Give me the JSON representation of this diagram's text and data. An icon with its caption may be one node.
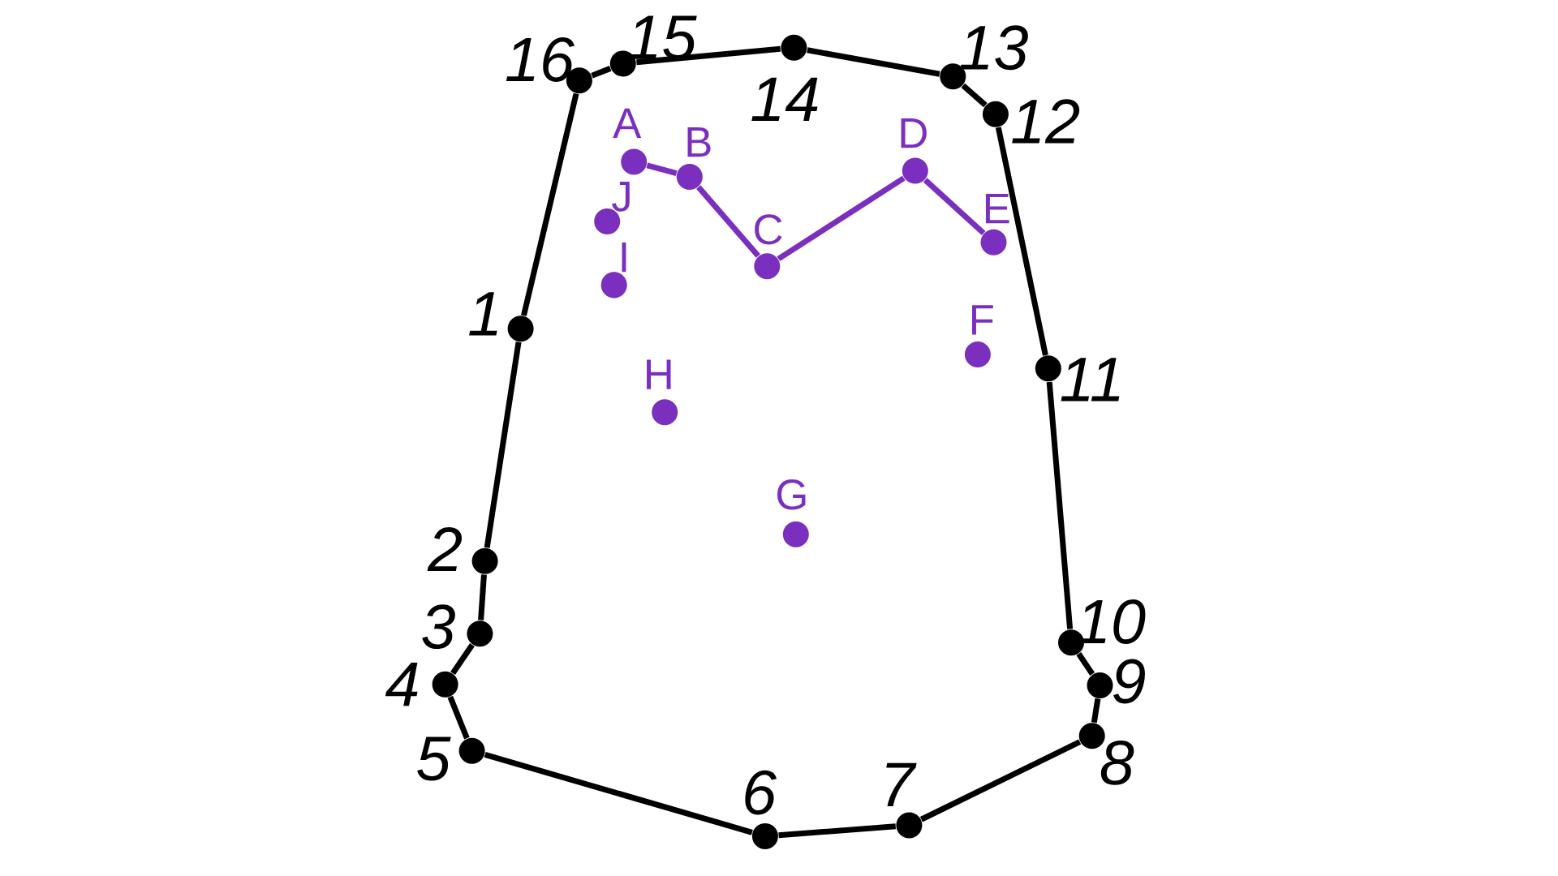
{
  "diagram": {
    "nodes": [
      {
        "text": [],
        "shape": "circle",
        "beside": [
          "1"
        ]
      },
      {
        "text": [],
        "shape": "circle",
        "beside": [
          "2"
        ]
      },
      {
        "text": [],
        "shape": "circle",
        "beside": [
          "3"
        ]
      },
      {
        "text": [],
        "shape": "circle",
        "beside": [
          "4"
        ]
      },
      {
        "text": [],
        "shape": "circle",
        "beside": [
          "5"
        ]
      },
      {
        "text": [],
        "shape": "circle",
        "beside": [
          "6"
        ]
      },
      {
        "text": [],
        "shape": "circle",
        "beside": [
          "7"
        ]
      },
      {
        "text": [],
        "shape": "circle",
        "beside": [
          "8"
        ]
      },
      {
        "text": [],
        "shape": "circle",
        "beside": [
          "9"
        ]
      },
      {
        "text": [],
        "shape": "circle",
        "beside": [
          "10"
        ]
      },
      {
        "text": [],
        "shape": "circle",
        "beside": [
          "11"
        ]
      },
      {
        "text": [],
        "shape": "circle",
        "beside": [
          "12"
        ]
      },
      {
        "text": [],
        "shape": "circle",
        "beside": [
          "13"
        ]
      },
      {
        "text": [],
        "shape": "circle",
        "beside": [
          "14"
        ]
      },
      {
        "text": [],
        "shape": "circle",
        "beside": [
          "15"
        ]
      },
      {
        "text": [],
        "shape": "circle",
        "beside": [
          "16"
        ]
      },
      {
        "text": [],
        "shape": "circle",
        "beside": [
          "A"
        ]
      },
      {
        "text": [],
        "shape": "circle",
        "beside": [
          "B"
        ]
      },
      {
        "text": [],
        "shape": "circle",
        "beside": [
          "C"
        ]
      },
      {
        "text": [],
        "shape": "circle",
        "beside": [
          "D"
        ]
      },
      {
        "text": [],
        "shape": "circle",
        "beside": [
          "E"
        ]
      },
      {
        "text": [],
        "shape": "circle",
        "beside": [
          "F"
        ]
      },
      {
        "text": [],
        "shape": "circle",
        "beside": [
          "G"
        ]
      },
      {
        "text": [],
        "shape": "circle",
        "beside": [
          "H"
        ]
      },
      {
        "text": [],
        "shape": "circle",
        "beside": [
          "I"
        ]
      },
      {
        "text": [],
        "shape": "circle",
        "beside": [
          "J"
        ]
      }
    ],
    "edges": [
      {
        "from": 0,
        "to": 1,
        "arrow": "none"
      },
      {
        "from": 1,
        "to": 2,
        "arrow": "none"
      },
      {
        "from": 2,
        "to": 3,
        "arrow": "none"
      },
      {
        "from": 3,
        "to": 4,
        "arrow": "none"
      },
      {
        "from": 4,
        "to": 5,
        "arrow": "none"
      },
      {
        "from": 5,
        "to": 6,
        "arrow": "none"
      },
      {
        "from": 6,
        "to": 7,
        "arrow": "none"
      },
      {
        "from": 7,
        "to": 8,
        "arrow": "none"
      },
      {
        "from": 8,
        "to": 9,
        "arrow": "none"
      },
      {
        "from": 9,
        "to": 10,
        "arrow": "none"
      },
      {
        "from": 10,
        "to": 11,
        "arrow": "none"
      },
      {
        "from": 11,
        "to": 12,
        "arrow": "none"
      },
      {
        "from": 12,
        "to": 13,
        "arrow": "none"
      },
      {
        "from": 13,
        "to": 14,
        "arrow": "none"
      },
      {
        "from": 14,
        "to": 15,
        "arrow": "none"
      },
      {
        "from": 15,
        "to": 0,
        "arrow": "none"
      },
      {
        "from": 16,
        "to": 17,
        "arrow": "none",
        "color": "#7b2fbe"
      },
      {
        "from": 17,
        "to": 18,
        "arrow": "none",
        "color": "#7b2fbe"
      },
      {
        "from": 18,
        "to": 19,
        "arrow": "none",
        "color": "#7b2fbe"
      },
      {
        "from": 19,
        "to": 20,
        "arrow": "none",
        "color": "#7b2fbe"
      }
    ]
  }
}
